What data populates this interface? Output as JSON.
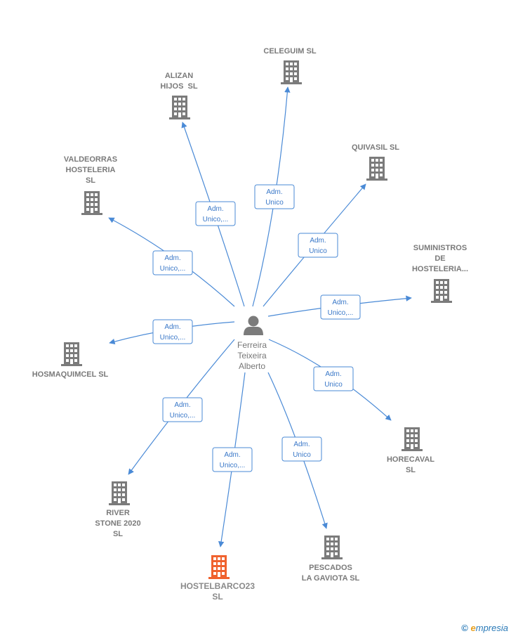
{
  "center": {
    "name_lines": [
      "Ferreira",
      "Teixeira",
      "Alberto"
    ],
    "icon": "person-icon"
  },
  "companies": [
    {
      "id": "celeguim",
      "lines": [
        "CELEGUIM SL"
      ],
      "role_lines": [
        "Adm.",
        "Unico"
      ],
      "highlight": false
    },
    {
      "id": "alizan",
      "lines": [
        "ALIZAN",
        "HIJOS  SL"
      ],
      "role_lines": [
        "Adm.",
        "Unico,..."
      ],
      "highlight": false
    },
    {
      "id": "quivasil",
      "lines": [
        "QUIVASIL SL"
      ],
      "role_lines": [
        "Adm.",
        "Unico"
      ],
      "highlight": false
    },
    {
      "id": "valdeorras",
      "lines": [
        "VALDEORRAS",
        "HOSTELERIA",
        "SL"
      ],
      "role_lines": [
        "Adm.",
        "Unico,..."
      ],
      "highlight": false
    },
    {
      "id": "suministros",
      "lines": [
        "SUMINISTROS",
        "DE",
        "HOSTELERIA..."
      ],
      "role_lines": [
        "Adm.",
        "Unico,..."
      ],
      "highlight": false
    },
    {
      "id": "hosmaquimcel",
      "lines": [
        "HOSMAQUIMCEL SL"
      ],
      "role_lines": [
        "Adm.",
        "Unico,..."
      ],
      "highlight": false
    },
    {
      "id": "horecaval",
      "lines": [
        "HORECAVAL",
        "SL"
      ],
      "role_lines": [
        "Adm.",
        "Unico"
      ],
      "highlight": false
    },
    {
      "id": "riverstone",
      "lines": [
        "RIVER",
        "STONE 2020",
        "SL"
      ],
      "role_lines": [
        "Adm.",
        "Unico,..."
      ],
      "highlight": false
    },
    {
      "id": "hostelbarco",
      "lines": [
        "HOSTELBARCO23",
        "SL"
      ],
      "role_lines": [
        "Adm.",
        "Unico,..."
      ],
      "highlight": true
    },
    {
      "id": "pescados",
      "lines": [
        "PESCADOS",
        "LA GAVIOTA SL"
      ],
      "role_lines": [
        "Adm.",
        "Unico"
      ],
      "highlight": false
    }
  ],
  "colors": {
    "edge": "#4a8ad6",
    "building": "#7b7b7b",
    "building_highlight": "#f0622e",
    "person": "#7b7b7b"
  },
  "footer": {
    "copyright": "©",
    "brand_initial": "e",
    "brand_rest": "mpresia"
  }
}
